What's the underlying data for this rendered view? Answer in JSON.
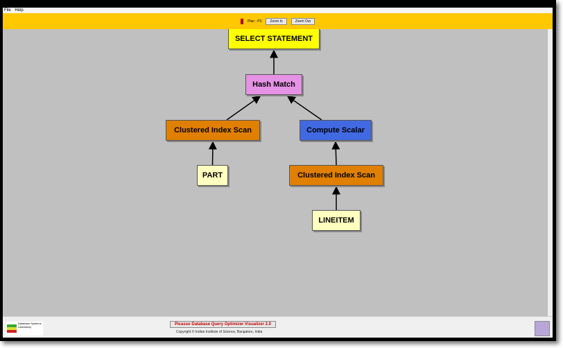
{
  "menu": [
    "File",
    "Help"
  ],
  "toolbar": {
    "plan_label": "Plan : P3",
    "zoom_in": "Zoom In",
    "zoom_out": "Zoom Out",
    "plan_color": "#b00000"
  },
  "nodes": [
    {
      "id": "select",
      "label": "SELECT STATEMENT",
      "color": "#ffff00"
    },
    {
      "id": "hash",
      "label": "Hash Match",
      "color": "#e592e5"
    },
    {
      "id": "cis1",
      "label": "Clustered Index Scan",
      "color": "#e07f00"
    },
    {
      "id": "compute",
      "label": "Compute Scalar",
      "color": "#4169e1"
    },
    {
      "id": "part",
      "label": "PART",
      "color": "#ffffc0"
    },
    {
      "id": "cis2",
      "label": "Clustered Index Scan",
      "color": "#e07f00"
    },
    {
      "id": "lineitem",
      "label": "LINEITEM",
      "color": "#ffffc0"
    }
  ],
  "edges": [
    [
      "hash",
      "select"
    ],
    [
      "cis1",
      "hash"
    ],
    [
      "compute",
      "hash"
    ],
    [
      "part",
      "cis1"
    ],
    [
      "cis2",
      "compute"
    ],
    [
      "lineitem",
      "cis2"
    ]
  ],
  "footer": {
    "title": "Picasso Database Query Optimizer Visualizer 2.0",
    "copyright": "Copyright © Indian Institute of Science, Bangalore, India",
    "logo_text": "Database Systems Laboratory"
  }
}
